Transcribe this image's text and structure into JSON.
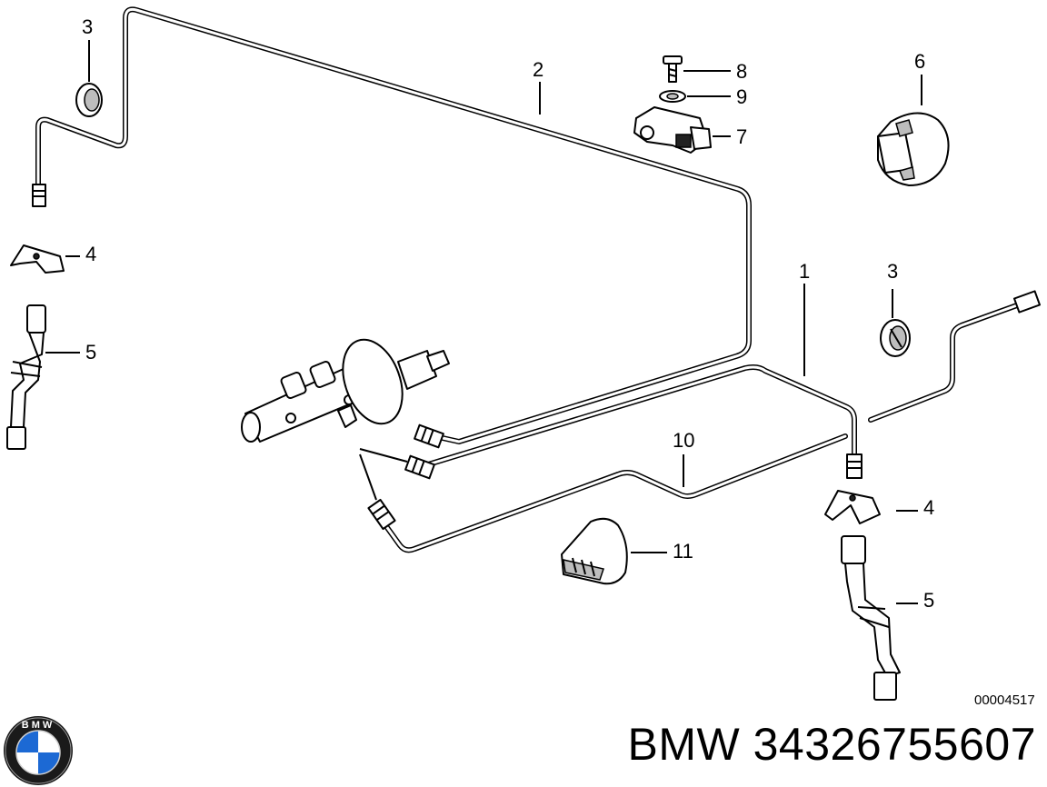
{
  "callouts": {
    "c1": "1",
    "c2": "2",
    "c3a": "3",
    "c3b": "3",
    "c4a": "4",
    "c4b": "4",
    "c5a": "5",
    "c5b": "5",
    "c6": "6",
    "c7": "7",
    "c8": "8",
    "c9": "9",
    "c10": "10",
    "c11": "11"
  },
  "reference_code": "00004517",
  "footer": {
    "part_number": "BMW 34326755607",
    "logo_text": "BMW"
  },
  "colors": {
    "line": "#000000",
    "background": "#ffffff",
    "bmw_blue": "#1c69d4"
  }
}
